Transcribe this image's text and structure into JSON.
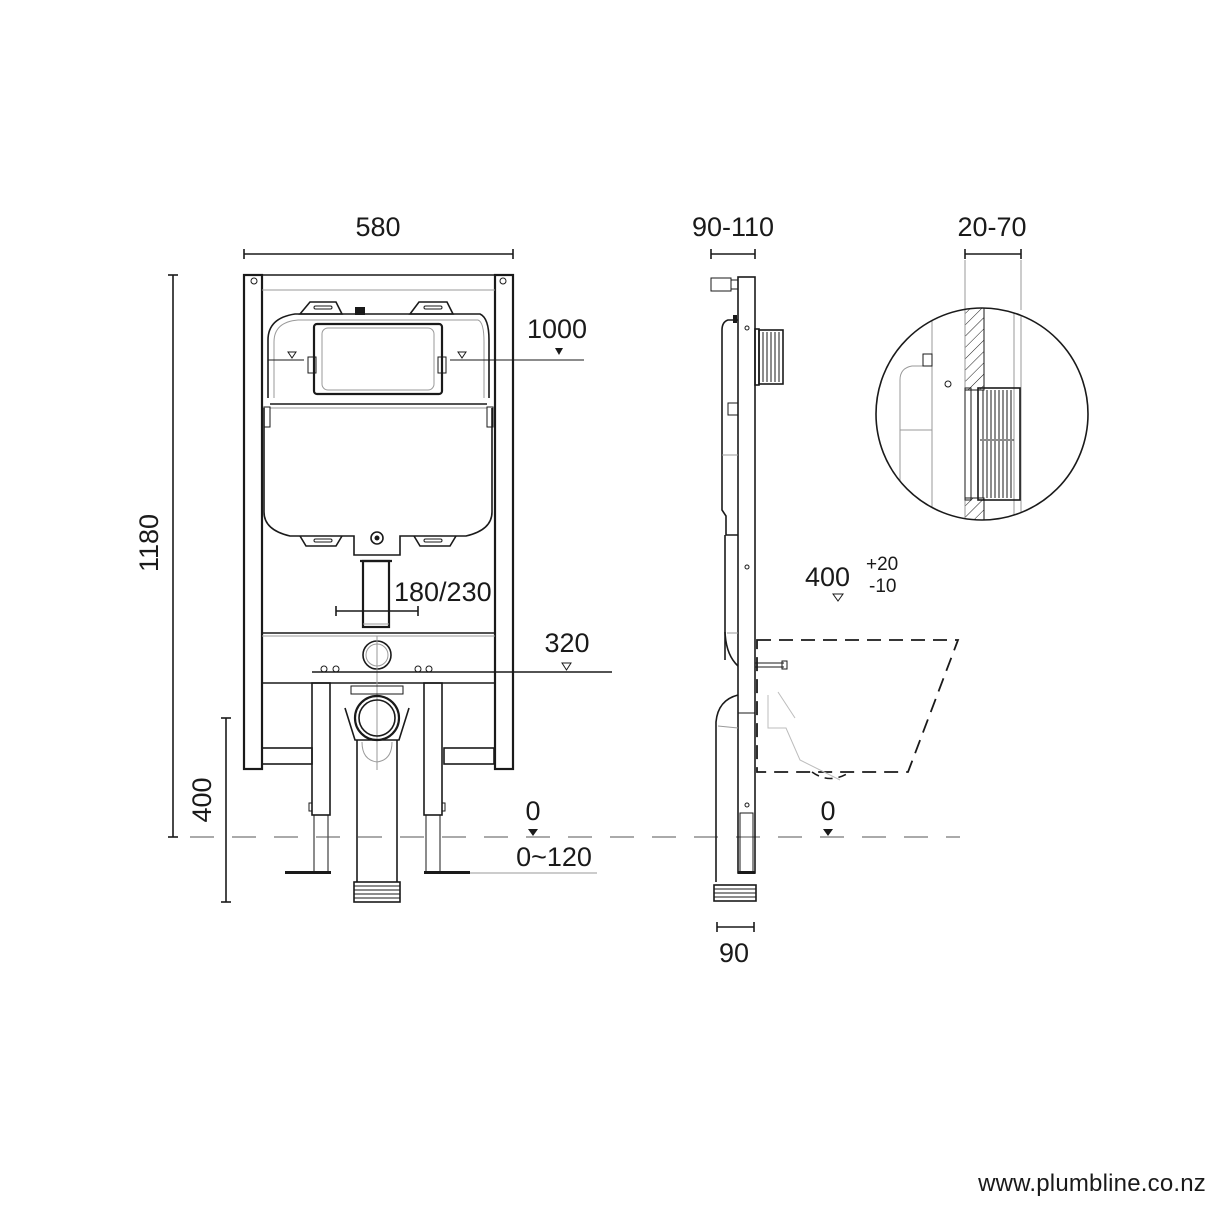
{
  "front_view": {
    "width_label": "580",
    "height_label": "1180",
    "flush_height_label": "1000",
    "outlet_range_label": "180/230",
    "inlet_height_label": "320",
    "pan_height_label": "400",
    "floor_label": "0",
    "leg_adjust_label": "0~120"
  },
  "side_view": {
    "depth_label": "90-110",
    "pan_height_label": "400",
    "pan_tol_plus": "+20",
    "pan_tol_minus": "-10",
    "floor_label": "0",
    "outlet_width_label": "90"
  },
  "detail_view": {
    "wall_thickness_label": "20-70"
  },
  "footer": {
    "website": "www.plumbline.co.nz"
  },
  "colors": {
    "line": "#1a1a1a",
    "background": "#ffffff",
    "secondary_line": "#9a9a9a"
  }
}
